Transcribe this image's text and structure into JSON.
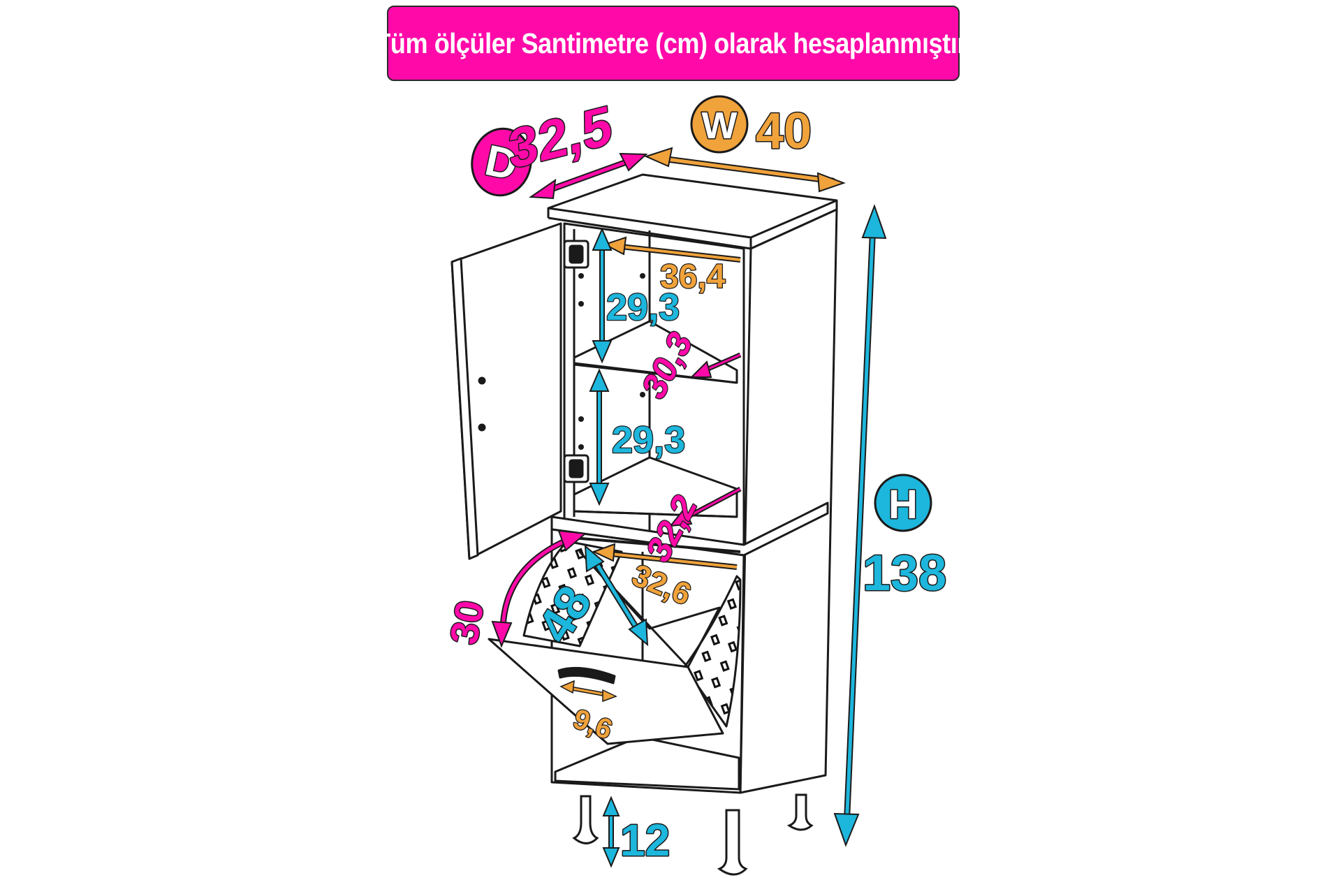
{
  "banner": {
    "text": "( Tüm ölçüler Santimetre (cm) olarak hesaplanmıştır. )"
  },
  "badges": {
    "depth": "D",
    "width": "W",
    "height": "H"
  },
  "dimensions": {
    "depth": "32,5",
    "width": "40",
    "height": "138",
    "inner_width": "36,4",
    "shelf_height_top": "29,3",
    "shelf_depth_top": "30,3",
    "shelf_height_bottom": "29,3",
    "shelf_depth_bottom": "32,2",
    "basket_angle": "30",
    "basket_height": "48",
    "basket_depth": "32,6",
    "handle_width": "9,6",
    "leg_height": "12"
  },
  "colors": {
    "magenta": "#ff0aa9",
    "orange": "#f0a23b",
    "cyan": "#1db6dc",
    "outline": "#1a1a1a"
  }
}
